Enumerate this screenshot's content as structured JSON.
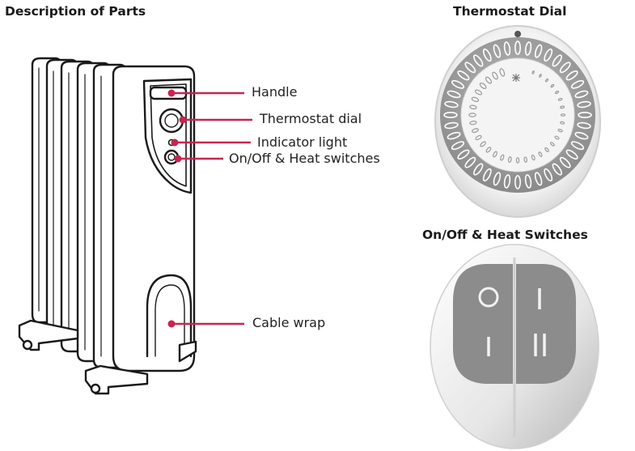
{
  "titles": {
    "parts": "Description of Parts",
    "dial": "Thermostat Dial",
    "switches": "On/Off & Heat Switches"
  },
  "callouts": {
    "handle": "Handle",
    "thermostat": "Thermostat dial",
    "indicator": "Indicator light",
    "switches": "On/Off & Heat switches",
    "cable": "Cable wrap"
  },
  "colors": {
    "leader": "#c8254f",
    "outline": "#1a1a1a",
    "dial_ring": "#9a9a9a",
    "switch_grey": "#8c8c8c"
  },
  "switch_symbols": [
    "O",
    "I",
    "I",
    "II"
  ]
}
